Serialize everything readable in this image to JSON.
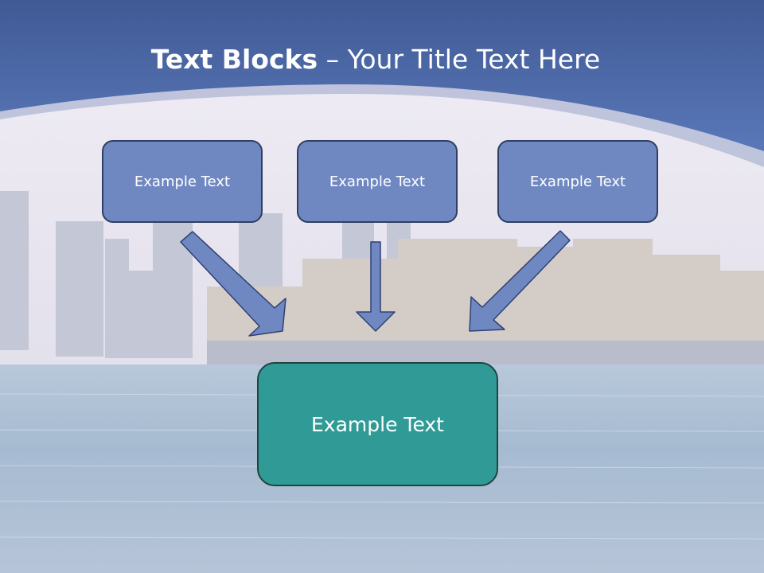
{
  "title": {
    "bold": "Text Blocks",
    "dash": " – ",
    "rest": "Your Title Text Here"
  },
  "blocks": [
    {
      "label": "Example Text"
    },
    {
      "label": "Example Text"
    },
    {
      "label": "Example Text"
    }
  ],
  "target": {
    "label": "Example Text"
  },
  "colors": {
    "header_band": "#5470b1",
    "small_box_fill": "#7088c2",
    "big_box_fill": "#309b96",
    "arrow_fill": "#7088c2",
    "water": "#a9bfd4"
  }
}
